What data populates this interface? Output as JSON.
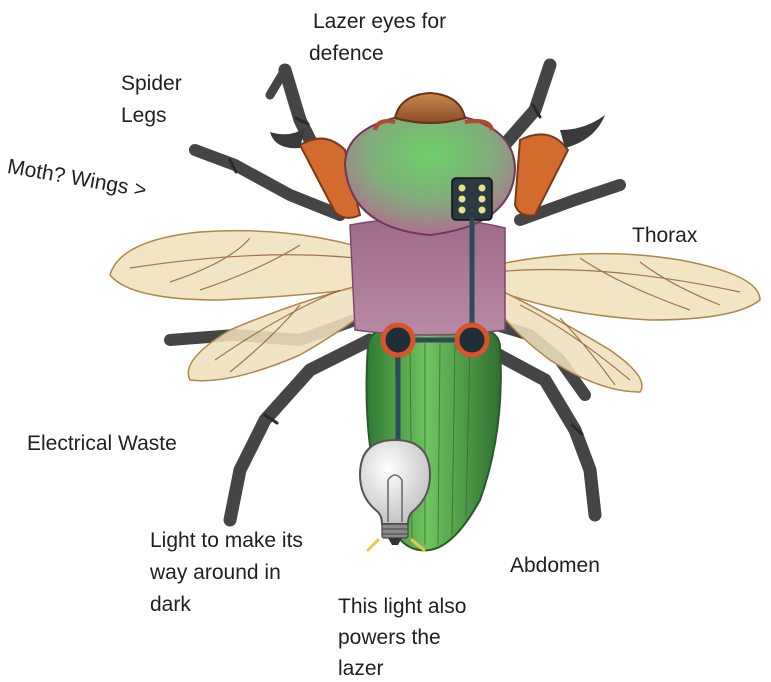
{
  "labels": {
    "lazer_line1": "Lazer eyes for",
    "lazer_line2": "defence",
    "spider_line1": "Spider",
    "spider_line2": "Legs",
    "moth": "Moth? Wings >",
    "thorax": "Thorax",
    "waste": "Electrical Waste",
    "light_line1": "Light to make its",
    "light_line2": "way around in",
    "light_line3": "dark",
    "abdomen": "Abdomen",
    "powers_line1": "This light also",
    "powers_line2": "powers the",
    "powers_line3": "lazer"
  },
  "colors": {
    "head": "#a8663a",
    "thorax_green": "#5fae56",
    "thorax_pink": "#b07a9a",
    "abdomen": "#4f9e47",
    "legs": "#454545",
    "claws": "#d36a2e",
    "wings": "#f1e3bf",
    "wing_veins": "#8a5a2a",
    "circuit": "#2e4a5a",
    "node_ring": "#d9532b",
    "chip": "#2b3a40",
    "chip_dots": "#e8e08a"
  }
}
